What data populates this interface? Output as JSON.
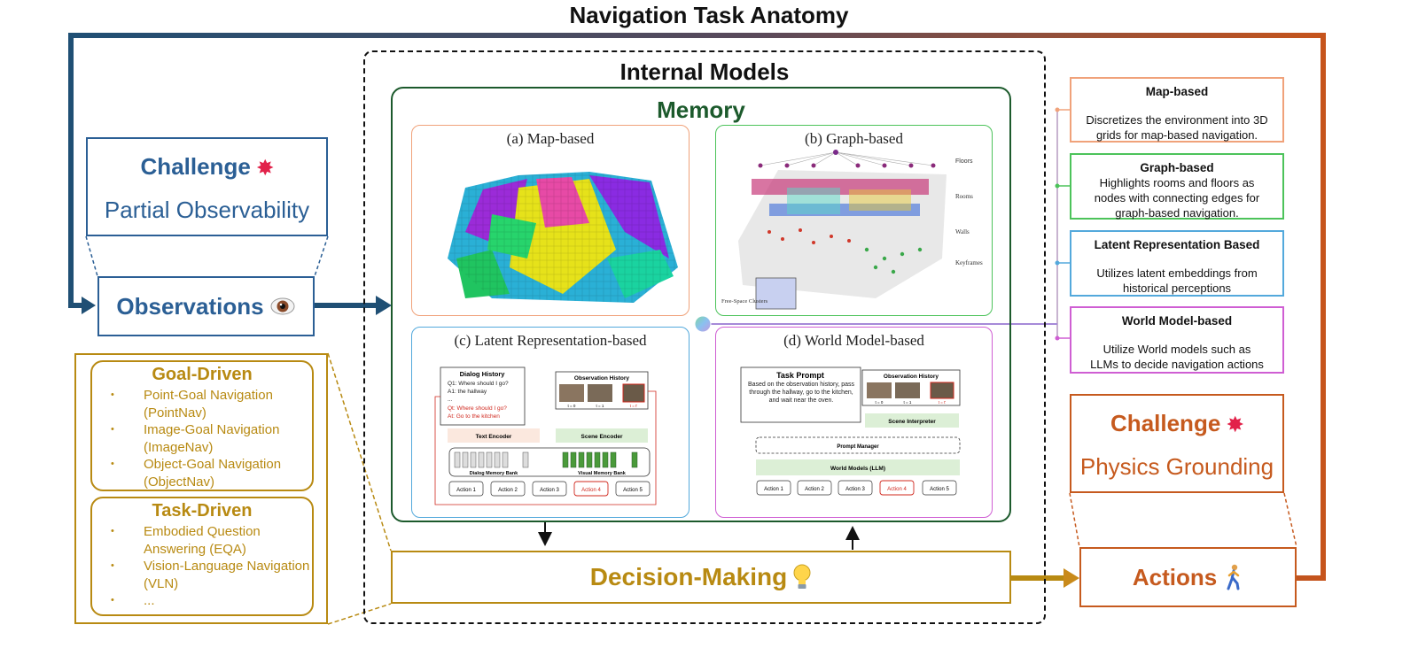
{
  "title": "Navigation Task Anatomy",
  "left": {
    "challenge_heading": "Challenge",
    "challenge_text": "Partial Observability",
    "observations": "Observations",
    "goal_driven": {
      "heading": "Goal-Driven",
      "items": [
        "Point-Goal Navigation (PointNav)",
        "Image-Goal Navigation (ImageNav)",
        "Object-Goal Navigation (ObjectNav)"
      ]
    },
    "task_driven": {
      "heading": "Task-Driven",
      "items": [
        "Embodied Question Answering (EQA)",
        "Vision-Language Navigation (VLN)",
        "..."
      ]
    }
  },
  "center": {
    "internal_models": "Internal Models",
    "memory": "Memory",
    "panels": {
      "a": "(a) Map-based",
      "b": "(b) Graph-based",
      "c": "(c) Latent Representation-based",
      "d": "(d) World Model-based"
    },
    "graph_labels": [
      "Floors",
      "Rooms",
      "Walls",
      "Keyframes"
    ],
    "free_space_label": "Free-Space Clusters",
    "latent": {
      "dialog_history": "Dialog History",
      "dialog_lines": [
        "Q1: Where should I go?",
        "A1: the hallway",
        "...",
        "Qt: Where should I go?",
        "At: Go to the kitchen"
      ],
      "observation_history": "Observation History",
      "time_labels": [
        "t = 0",
        "t = 1",
        "t = t'"
      ],
      "text_encoder": "Text Encoder",
      "scene_encoder": "Scene Encoder",
      "dialog_memory_bank": "Dialog Memory Bank",
      "visual_memory_bank": "Visual Memory Bank",
      "actions": [
        "Action 1",
        "Action 2",
        "Action 3",
        "Action 4",
        "Action 5"
      ]
    },
    "world": {
      "task_prompt": "Task Prompt",
      "prompt_text": "Based on the observation history, pass through the hallway, go to the kitchen, and wait near the oven.",
      "observation_history": "Observation History",
      "time_labels": [
        "t = 0",
        "t = 1",
        "t = t'"
      ],
      "scene_interpreter": "Scene Interpreter",
      "prompt_manager": "Prompt Manager",
      "world_models": "World Models (LLM)",
      "actions": [
        "Action 1",
        "Action 2",
        "Action 3",
        "Action 4",
        "Action 5"
      ]
    },
    "decision": "Decision-Making"
  },
  "right": {
    "descriptions": [
      {
        "heading": "Map-based",
        "text": "Discretizes the environment into 3D grids for map-based navigation.",
        "color": "#f0a27a"
      },
      {
        "heading": "Graph-based",
        "text": "Highlights rooms and floors as nodes with connecting edges for graph-based navigation.",
        "color": "#4cc35a"
      },
      {
        "heading": "Latent Representation Based",
        "text": "Utilizes latent embeddings from historical perceptions",
        "color": "#53a9dc"
      },
      {
        "heading": "World Model-based",
        "text": "Utilize World models such as LLMs to decide navigation actions",
        "color": "#cf5ed3"
      }
    ],
    "challenge_heading": "Challenge",
    "challenge_text": "Physics Grounding",
    "actions": "Actions"
  },
  "colors": {
    "blue": "#2b5f95",
    "gold": "#b88a12",
    "orange": "#c65a1e",
    "memory_green": "#1c5a2c"
  }
}
